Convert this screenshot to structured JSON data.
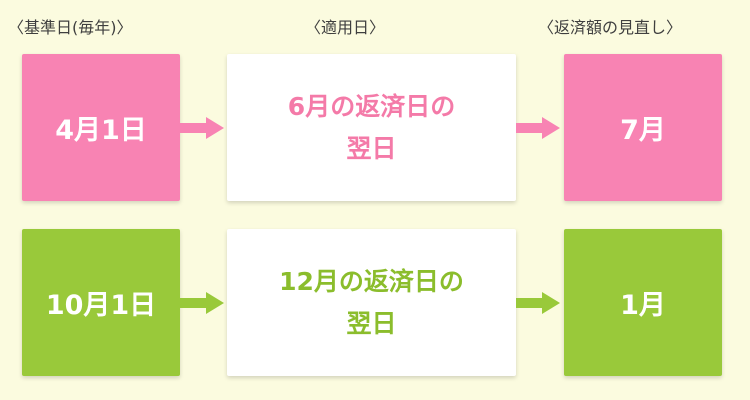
{
  "headers": {
    "base_date": "〈基準日(毎年)〉",
    "applied_date": "〈適用日〉",
    "review": "〈返済額の見直し〉"
  },
  "rows": [
    {
      "base": "4月1日",
      "applied": "6月の返済日の\n翌日",
      "review": "7月",
      "color": "#f883b3"
    },
    {
      "base": "10月1日",
      "applied": "12月の返済日の\n翌日",
      "review": "1月",
      "color": "#99c93a"
    }
  ]
}
